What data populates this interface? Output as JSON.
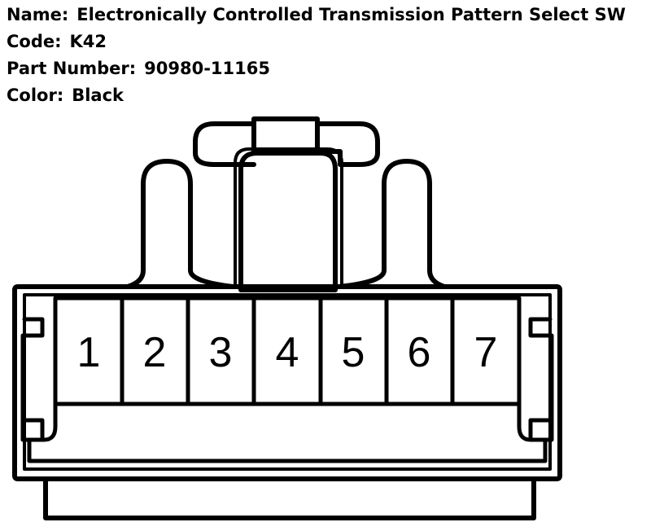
{
  "info": [
    {
      "label": "Name:",
      "value": "Electronically Controlled Transmission Pattern Select SW"
    },
    {
      "label": "Code:",
      "value": "K42"
    },
    {
      "label": "Part Number:",
      "value": "90980-11165"
    },
    {
      "label": "Color:",
      "value": "Black"
    }
  ],
  "pins": [
    "1",
    "2",
    "3",
    "4",
    "5",
    "6",
    "7"
  ],
  "colors": {
    "ink": "#000000",
    "paper": "#ffffff"
  }
}
